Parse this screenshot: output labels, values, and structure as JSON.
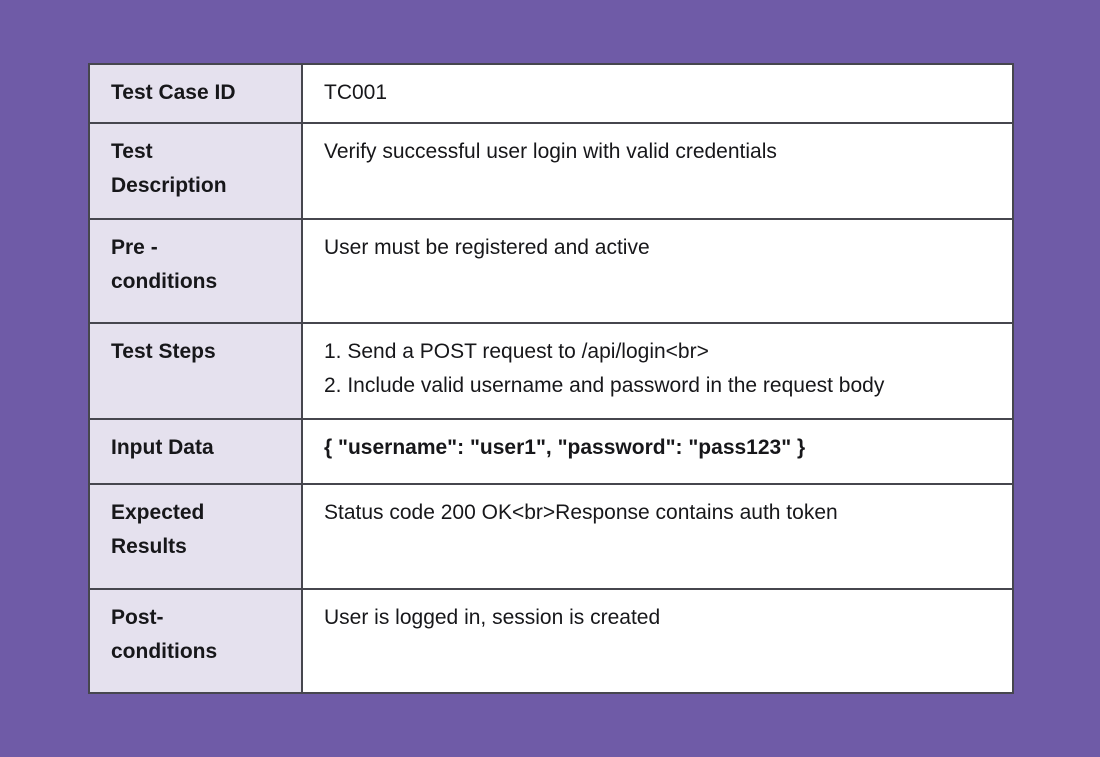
{
  "colors": {
    "background": "#6F5BA7",
    "label_cell": "#E5E1EE",
    "value_cell": "#FFFFFF",
    "border": "#46464E",
    "text": "#17171A"
  },
  "table": {
    "rows": [
      {
        "label": "Test Case ID",
        "value": "TC001"
      },
      {
        "label": "Test\nDescription",
        "value": "Verify successful user login with valid credentials"
      },
      {
        "label": "Pre -\nconditions",
        "value": "User must be registered and active"
      },
      {
        "label": "Test Steps",
        "value": "1. Send a POST request to /api/login<br>\n2. Include valid username and password in the request body"
      },
      {
        "label": "Input Data",
        "value": "{ \"username\": \"user1\", \"password\": \"pass123\" }"
      },
      {
        "label": "Expected\nResults",
        "value": "Status code 200 OK<br>Response contains auth token"
      },
      {
        "label": "Post-\nconditions",
        "value": "User is logged in, session is created"
      }
    ]
  }
}
